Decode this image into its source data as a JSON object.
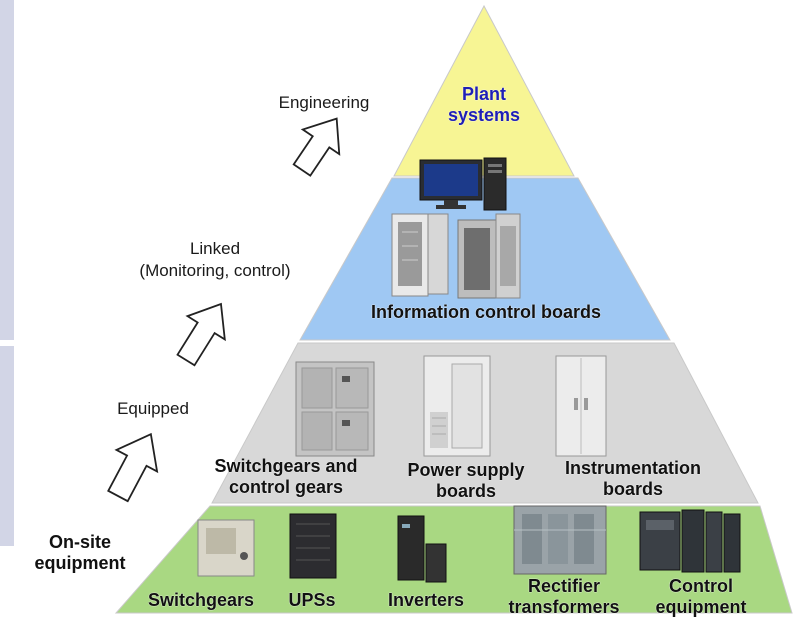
{
  "colors": {
    "tier_top": "#f7f594",
    "tier_upper": "#9fc8f3",
    "tier_middle": "#d8d8d8",
    "tier_bottom": "#a9d882",
    "plant_systems_text": "#1f1fb4",
    "sidebar": "#d2d5e6"
  },
  "tiers": {
    "top": {
      "label": "Plant systems",
      "label_line1": "Plant",
      "label_line2": "systems"
    },
    "upper": {
      "label": "Information control boards"
    },
    "middle": {
      "items": [
        {
          "line1": "Switchgears and",
          "line2": "control gears"
        },
        {
          "line1": "Power supply",
          "line2": "boards"
        },
        {
          "line1": "Instrumentation",
          "line2": "boards"
        }
      ]
    },
    "bottom": {
      "items": [
        {
          "line1": "Switchgears",
          "line2": ""
        },
        {
          "line1": "UPSs",
          "line2": ""
        },
        {
          "line1": "Inverters",
          "line2": ""
        },
        {
          "line1": "Rectifier",
          "line2": "transformers"
        },
        {
          "line1": "Control",
          "line2": "equipment"
        }
      ]
    }
  },
  "steps": {
    "engineering": "Engineering",
    "linked_line1": "Linked",
    "linked_line2": "(Monitoring,  control)",
    "equipped": "Equipped",
    "onsite_line1": "On-site",
    "onsite_line2": "equipment"
  },
  "icons": [
    "monitor-tower-icon",
    "cabinet-icon",
    "switchgear-icon",
    "ups-icon",
    "inverter-icon",
    "transformer-icon",
    "plc-icon",
    "arrow-up-right-icon"
  ]
}
